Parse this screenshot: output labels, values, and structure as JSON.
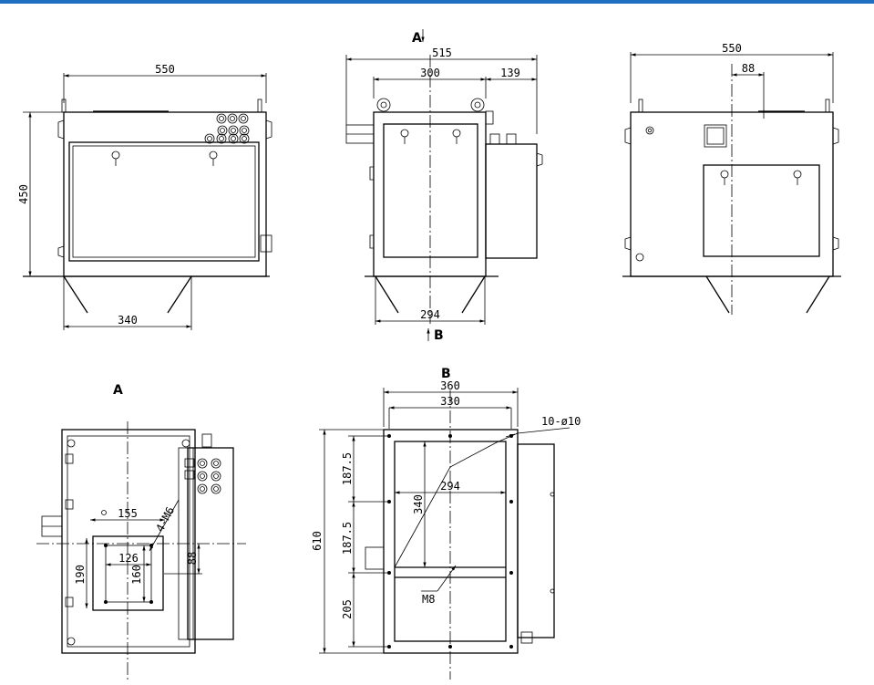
{
  "accent_color": "#1f6fc0",
  "front_view": {
    "width": "550",
    "height": "450",
    "base": "340"
  },
  "side_view": {
    "overall": "515",
    "body": "300",
    "box": "139",
    "base": "294",
    "label_a": "A",
    "label_b": "B"
  },
  "rear_view": {
    "width": "550",
    "offset": "88"
  },
  "view_a": {
    "title": "A",
    "d155": "155",
    "d126": "126",
    "d160": "160",
    "d190": "190",
    "d88": "88",
    "hole_note": "4-M6"
  },
  "view_b": {
    "title": "B",
    "d360": "360",
    "d330": "330",
    "d340": "340",
    "d294": "294",
    "d610": "610",
    "d187a": "187.5",
    "d187b": "187.5",
    "d205": "205",
    "holes": "10-ø10",
    "thread": "M8"
  }
}
